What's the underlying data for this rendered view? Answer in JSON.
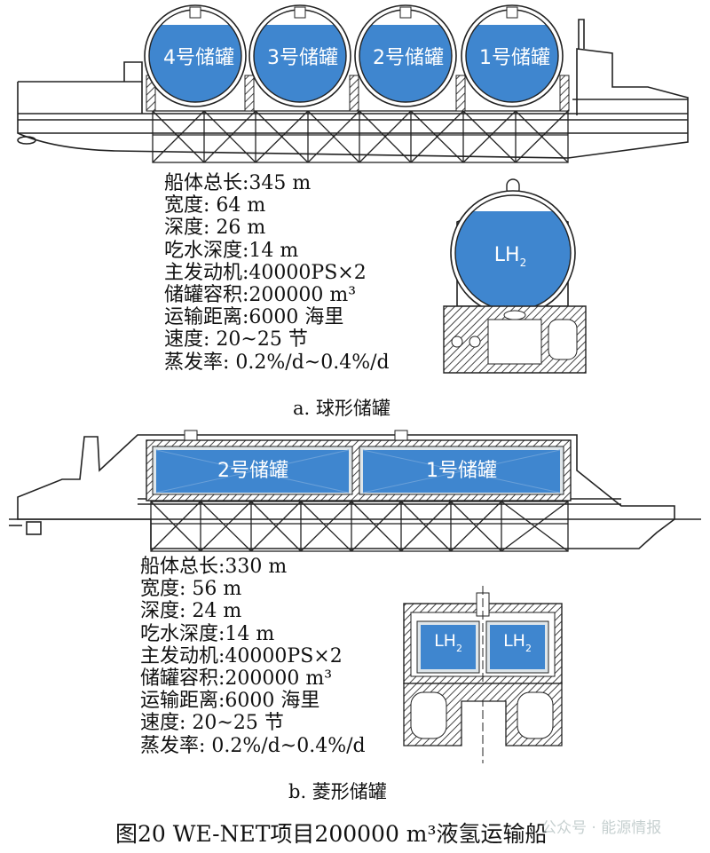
{
  "colors": {
    "water": "#3f86cf",
    "water_dark": "#2f6fb4",
    "tank_inner": "#dfe6ea",
    "hatch": "#b9b9b9",
    "line": "#222222"
  },
  "ship_a": {
    "tanks": [
      {
        "label": "4号储罐"
      },
      {
        "label": "3号储罐"
      },
      {
        "label": "2号储罐"
      },
      {
        "label": "1号储罐"
      }
    ],
    "section_label": "LH",
    "section_label_sub": "2",
    "specs": [
      {
        "text": "船体总长:345 m"
      },
      {
        "text": "宽度: 64 m"
      },
      {
        "text": "深度: 26 m"
      },
      {
        "text": "吃水深度:14 m"
      },
      {
        "text": "主发动机:40000PS×2"
      },
      {
        "text": "储罐容积:200000 m³"
      },
      {
        "text": "运输距离:6000 海里"
      },
      {
        "text": "速度: 20~25 节"
      },
      {
        "text": "蒸发率: 0.2%/d~0.4%/d"
      }
    ],
    "caption": "a. 球形储罐"
  },
  "ship_b": {
    "tanks": [
      {
        "label": "2号储罐"
      },
      {
        "label": "1号储罐"
      }
    ],
    "section_labels": [
      {
        "main": "LH",
        "sub": "2"
      },
      {
        "main": "LH",
        "sub": "2"
      }
    ],
    "specs": [
      {
        "text": "船体总长:330 m"
      },
      {
        "text": "宽度: 56 m"
      },
      {
        "text": "深度: 24 m"
      },
      {
        "text": "吃水深度:14 m"
      },
      {
        "text": "主发动机:40000PS×2"
      },
      {
        "text": "储罐容积:200000 m³"
      },
      {
        "text": "运输距离:6000 海里"
      },
      {
        "text": "速度: 20~25 节"
      },
      {
        "text": "蒸发率: 0.2%/d~0.4%/d"
      }
    ],
    "caption": "b. 菱形储罐"
  },
  "figure_caption": "图20 WE-NET项目200000 m³液氢运输船",
  "watermark": "公众号 · 能源情报"
}
